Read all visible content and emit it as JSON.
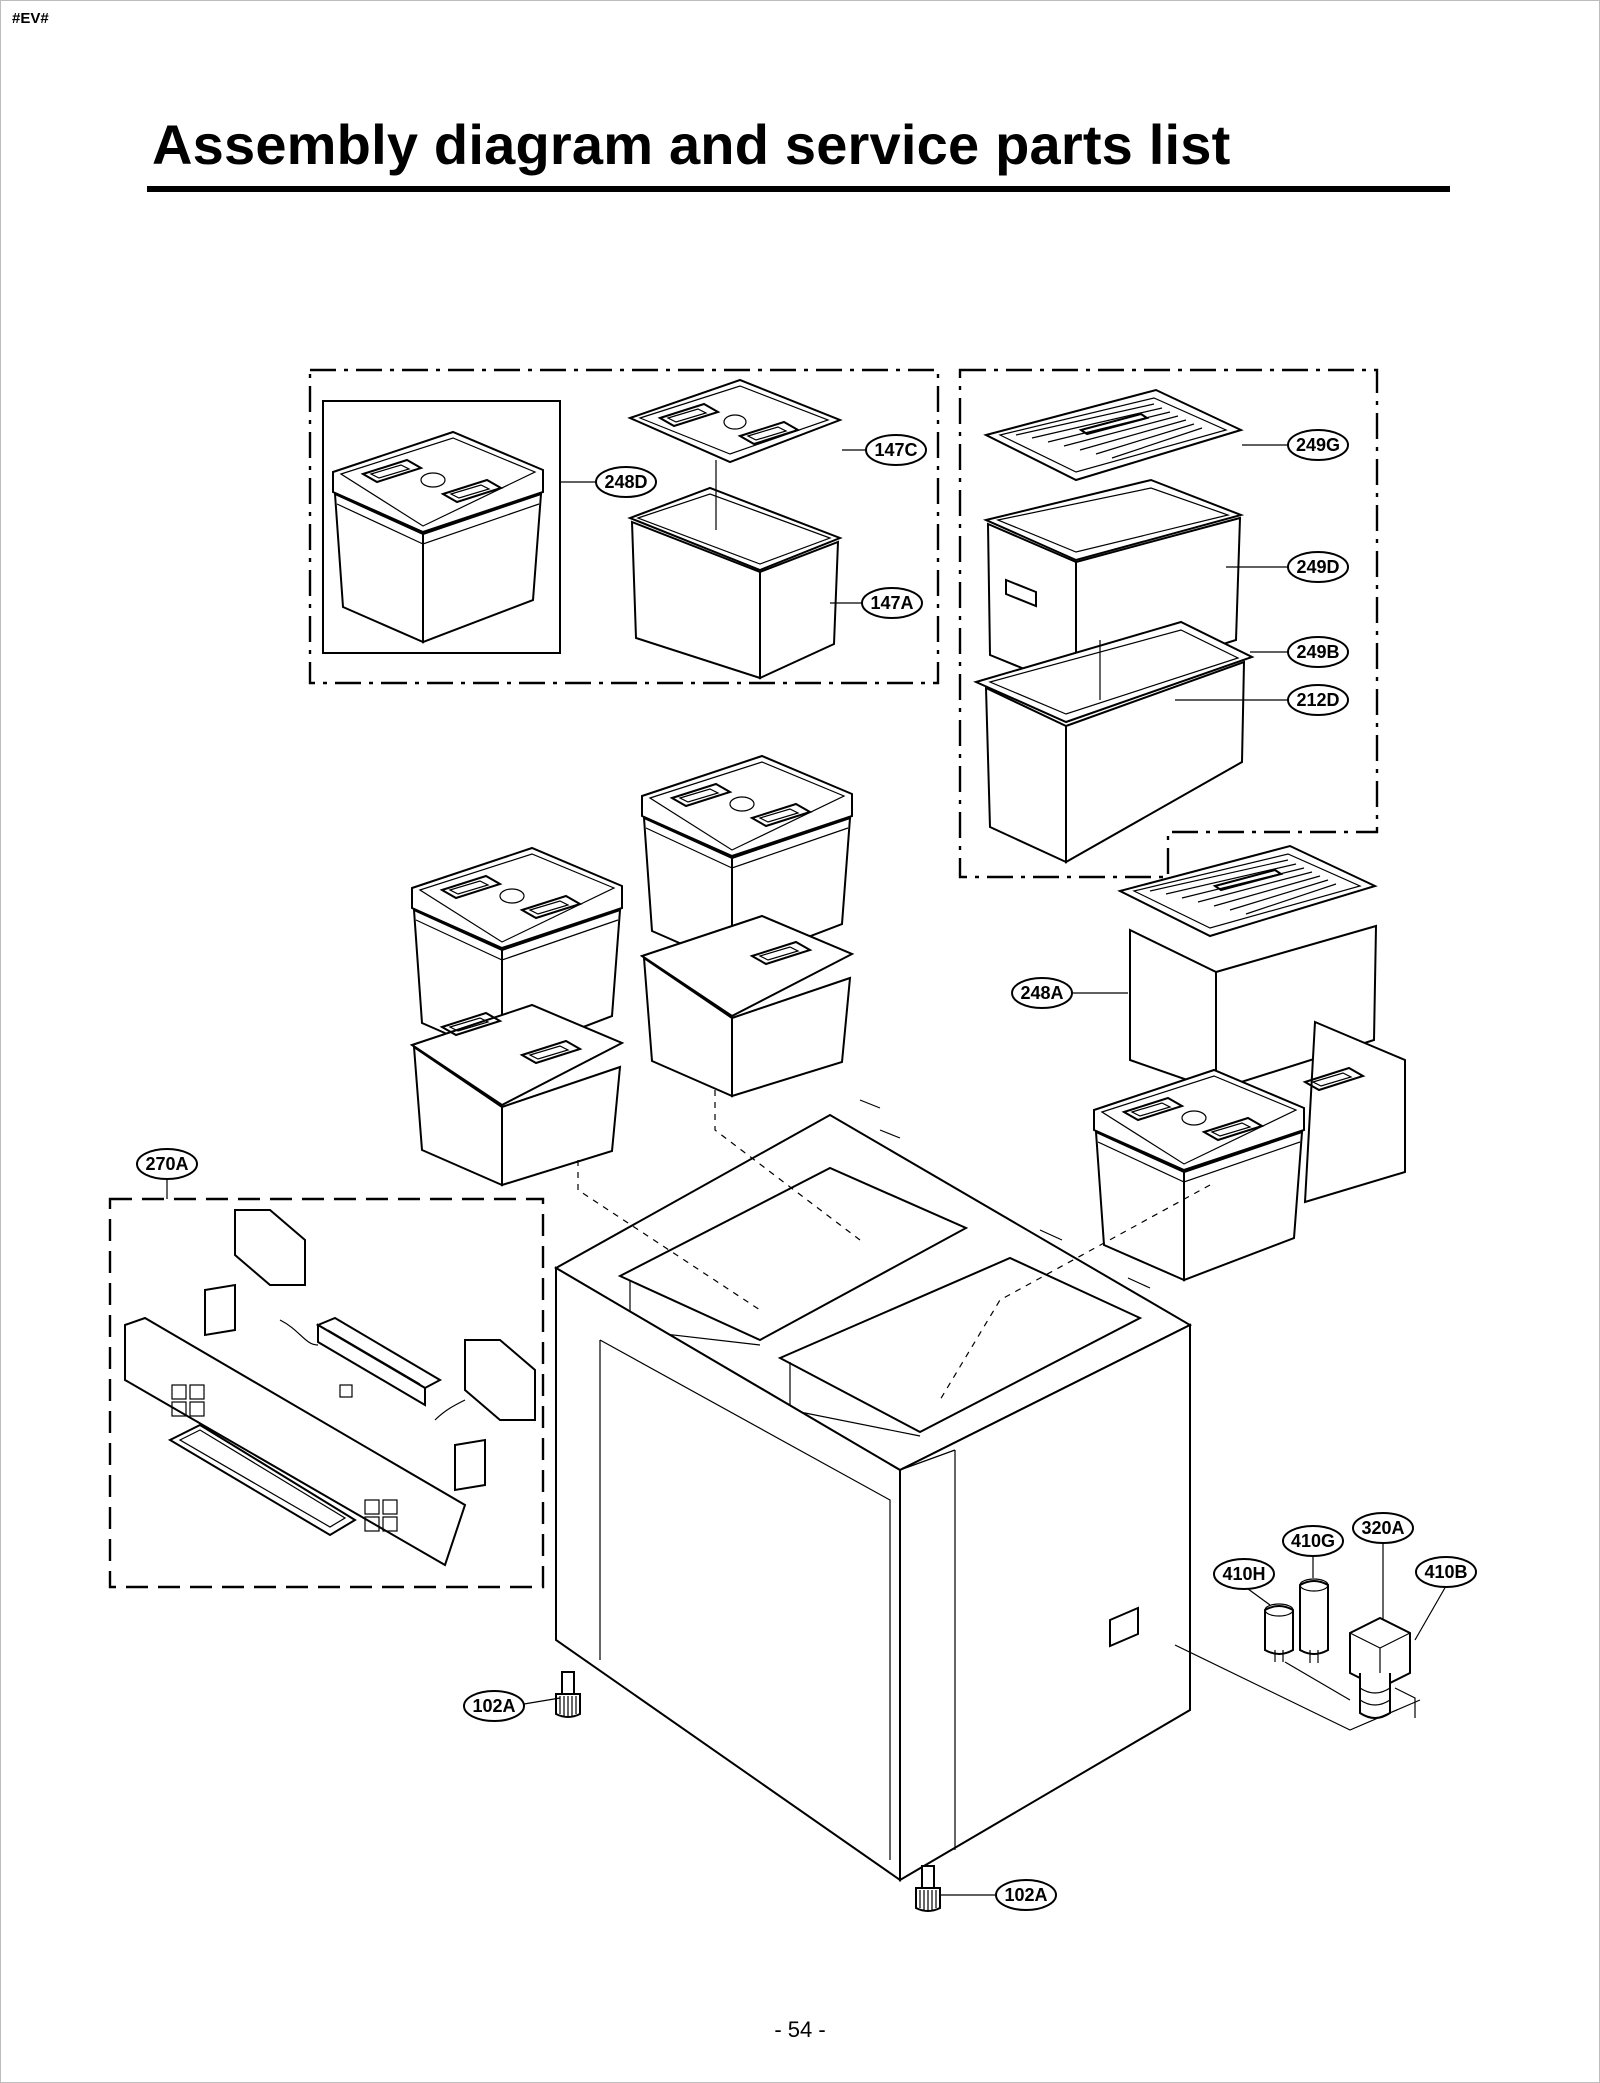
{
  "header": {
    "doc_tag": "#EV#",
    "title": "Assembly diagram and service parts list"
  },
  "footer": {
    "page_number": "- 54 -"
  },
  "callouts": {
    "c248D": "248D",
    "c147C": "147C",
    "c147A": "147A",
    "c249G": "249G",
    "c249D": "249D",
    "c249B": "249B",
    "c212D": "212D",
    "c248A": "248A",
    "c270A": "270A",
    "c410H": "410H",
    "c410G": "410G",
    "c320A": "320A",
    "c410B": "410B",
    "c102A_left": "102A",
    "c102A_bottom": "102A"
  }
}
